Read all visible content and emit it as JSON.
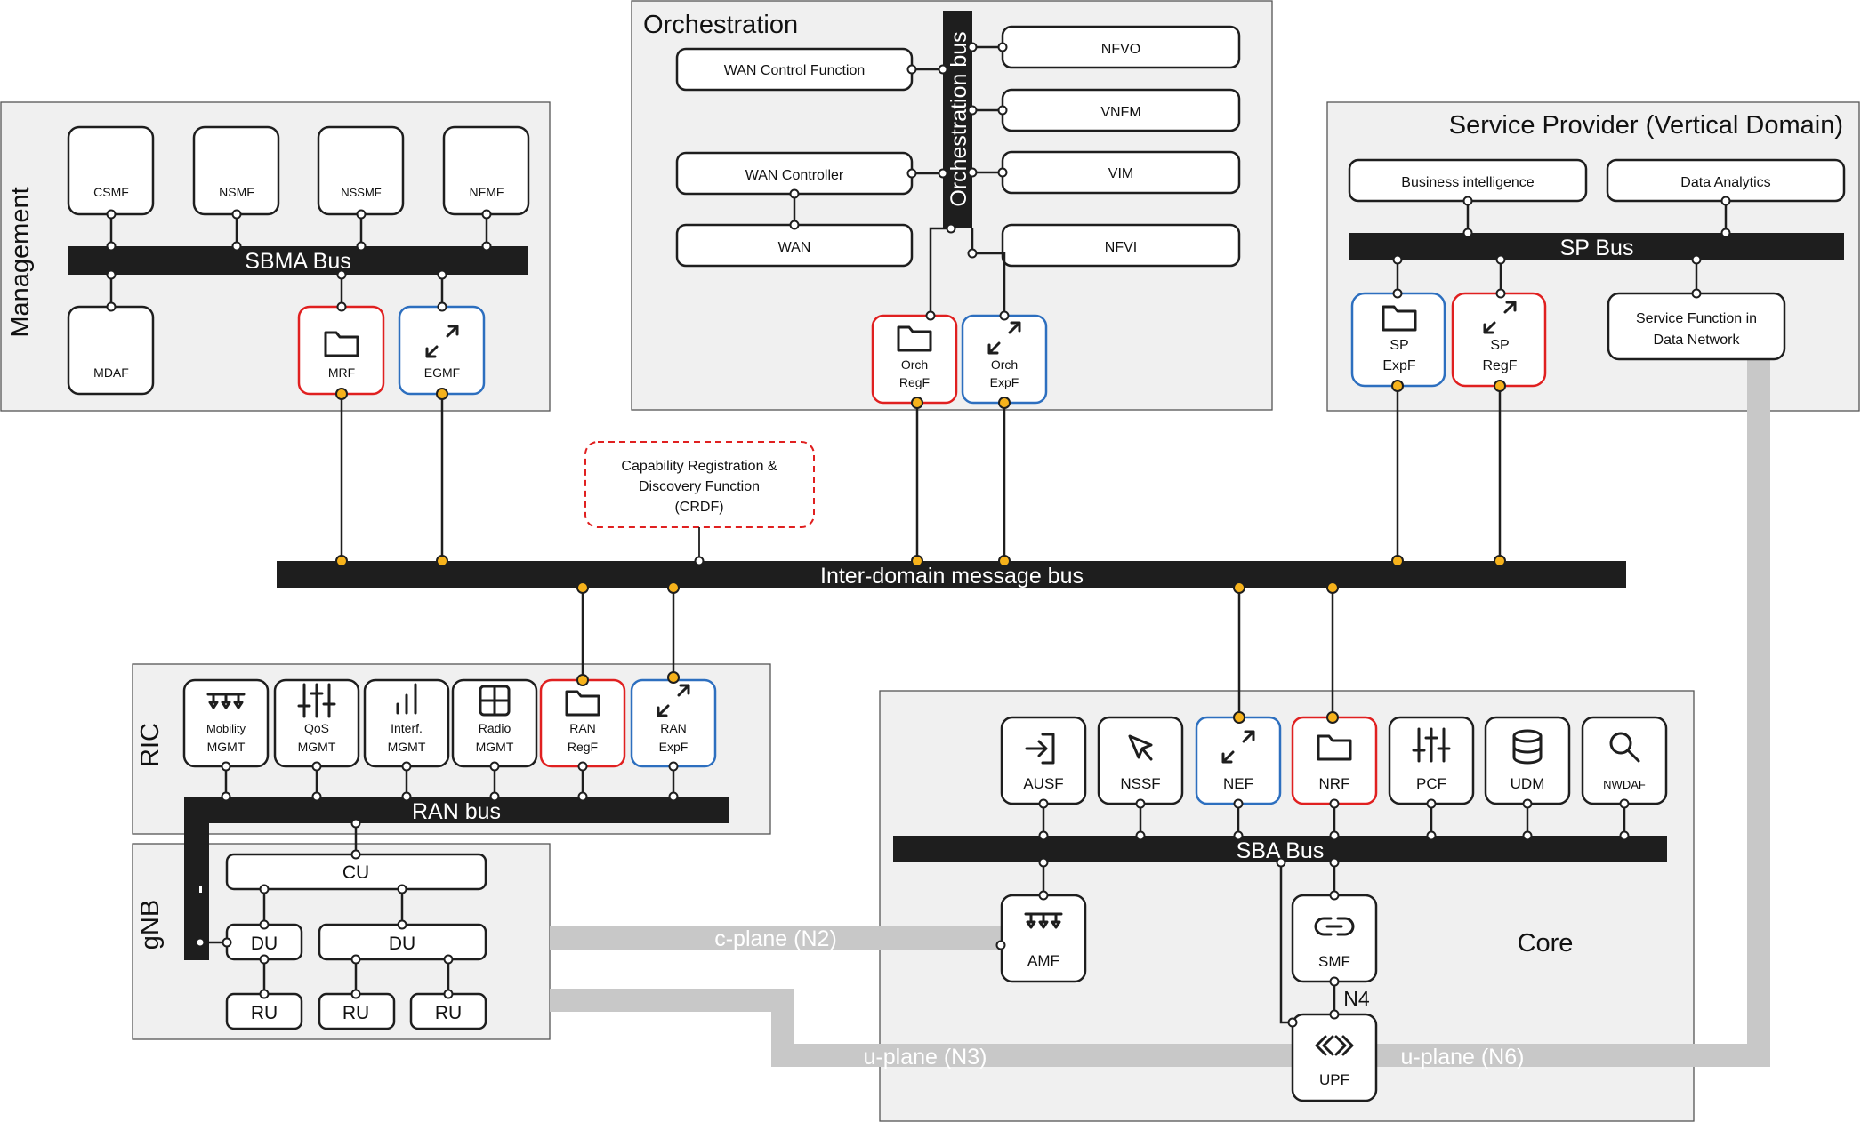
{
  "management": {
    "title": "Management",
    "bus": "SBMA Bus",
    "csmf": "CSMF",
    "nsmf": "NSMF",
    "nssmf": "NSSMF",
    "nfmf": "NFMF",
    "mdaf": "MDAF",
    "mrf": "MRF",
    "egmf": "EGMF"
  },
  "orchestration": {
    "title": "Orchestration",
    "bus": "Orchestration bus",
    "wan_control": "WAN Control Function",
    "wan_controller": "WAN Controller",
    "wan": "WAN",
    "nfvo": "NFVO",
    "vnfm": "VNFM",
    "vim": "VIM",
    "nfvi": "NFVI",
    "orch_regf": [
      "Orch",
      "RegF"
    ],
    "orch_expf": [
      "Orch",
      "ExpF"
    ]
  },
  "service_provider": {
    "title": "Service Provider (Vertical Domain)",
    "bus": "SP Bus",
    "business_intelligence": "Business intelligence",
    "data_analytics": "Data Analytics",
    "sp_expf": [
      "SP",
      "ExpF"
    ],
    "sp_regf": [
      "SP",
      "RegF"
    ],
    "service_function": [
      "Service Function in",
      "Data Network"
    ]
  },
  "crdf": [
    "Capability Registration &",
    "Discovery Function",
    "(CRDF)"
  ],
  "inter_domain_bus": "Inter-domain message bus",
  "ric": {
    "title": "RIC",
    "bus": "RAN bus",
    "mobility": [
      "Mobility",
      "MGMT"
    ],
    "qos": [
      "QoS",
      "MGMT"
    ],
    "interf": [
      "Interf.",
      "MGMT"
    ],
    "radio": [
      "Radio",
      "MGMT"
    ],
    "ran_regf": [
      "RAN",
      "RegF"
    ],
    "ran_expf": [
      "RAN",
      "ExpF"
    ]
  },
  "gnb": {
    "title": "gNB",
    "cu": "CU",
    "du1": "DU",
    "du2": "DU",
    "ru1": "RU",
    "ru2": "RU",
    "ru3": "RU"
  },
  "core": {
    "title": "Core",
    "bus": "SBA Bus",
    "ausf": "AUSF",
    "nssf": "NSSF",
    "nef": "NEF",
    "nrf": "NRF",
    "pcf": "PCF",
    "udm": "UDM",
    "nwdaf": "NWDAF",
    "amf": "AMF",
    "smf": "SMF",
    "upf": "UPF",
    "n4": "N4"
  },
  "planes": {
    "c_plane": "c-plane (N2)",
    "u_plane_n3": "u-plane (N3)",
    "u_plane_n6": "u-plane (N6)"
  },
  "colors": {
    "registration": "#e02020",
    "exposure": "#2d6fbf",
    "attachment": "#f6b21b",
    "bus": "#1e1e1e",
    "panel": "#f0f0f0",
    "plane": "#c8c8c8"
  },
  "icons": [
    "folder-icon",
    "expand-arrows-icon",
    "cell-tower-icon",
    "sliders-icon",
    "signal-bars-icon",
    "grid-icon",
    "login-icon",
    "cursor-icon",
    "database-icon",
    "magnifier-icon",
    "link-icon",
    "chevrons-icon"
  ]
}
